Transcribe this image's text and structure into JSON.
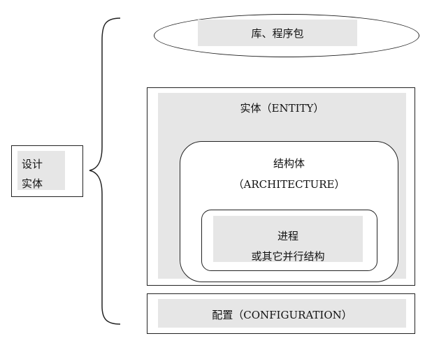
{
  "design_entity": {
    "line1": "设计",
    "line2": "实体"
  },
  "library": {
    "label": "库、程序包"
  },
  "entity": {
    "label": "实体（ENTITY）"
  },
  "architecture": {
    "label_line1": "结构体",
    "label_line2": "（ARCHITECTURE）"
  },
  "process": {
    "label_line1": "进程",
    "label_line2": "或其它并行结构"
  },
  "configuration": {
    "label": "配置（CONFIGURATION）"
  },
  "colors": {
    "shade": "#e6e6e6",
    "line": "#222222"
  }
}
